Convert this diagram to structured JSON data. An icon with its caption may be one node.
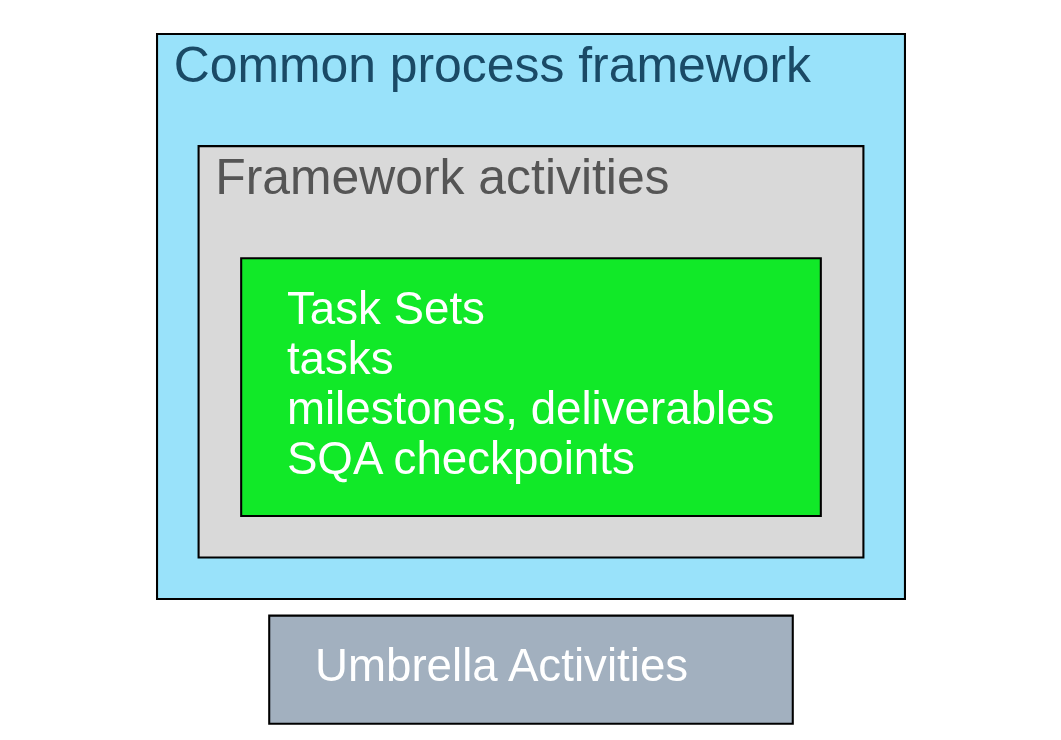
{
  "diagram": {
    "nodes": [
      {
        "text": [
          "Umbrella Activities"
        ]
      },
      {
        "text": [
          "Common process framework"
        ]
      },
      {
        "text": [
          "Framework activities"
        ],
        "in": 1
      },
      {
        "text": [
          "Task Sets",
          "tasks",
          "milestones, deliverables",
          "SQA checkpoints"
        ],
        "in": 2
      }
    ]
  }
}
